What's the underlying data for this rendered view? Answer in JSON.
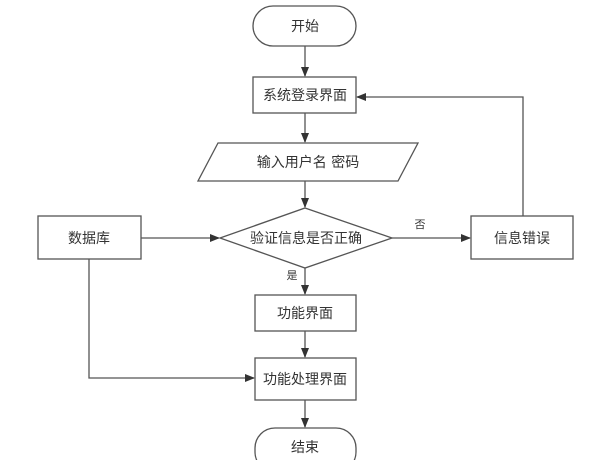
{
  "diagram": {
    "type": "flowchart",
    "nodes": {
      "start": "开始",
      "login": "系统登录界面",
      "input": "输入用户名 密码",
      "verify": "验证信息是否正确",
      "database": "数据库",
      "error": "信息错误",
      "function": "功能界面",
      "process": "功能处理界面",
      "end": "结束"
    },
    "edge_labels": {
      "no": "否",
      "yes": "是"
    },
    "edges": [
      {
        "from": "start",
        "to": "login"
      },
      {
        "from": "login",
        "to": "input"
      },
      {
        "from": "input",
        "to": "verify"
      },
      {
        "from": "database",
        "to": "verify"
      },
      {
        "from": "verify",
        "to": "error",
        "label": "否"
      },
      {
        "from": "error",
        "to": "login"
      },
      {
        "from": "verify",
        "to": "function",
        "label": "是"
      },
      {
        "from": "function",
        "to": "process"
      },
      {
        "from": "database",
        "to": "process"
      },
      {
        "from": "process",
        "to": "end"
      }
    ]
  }
}
